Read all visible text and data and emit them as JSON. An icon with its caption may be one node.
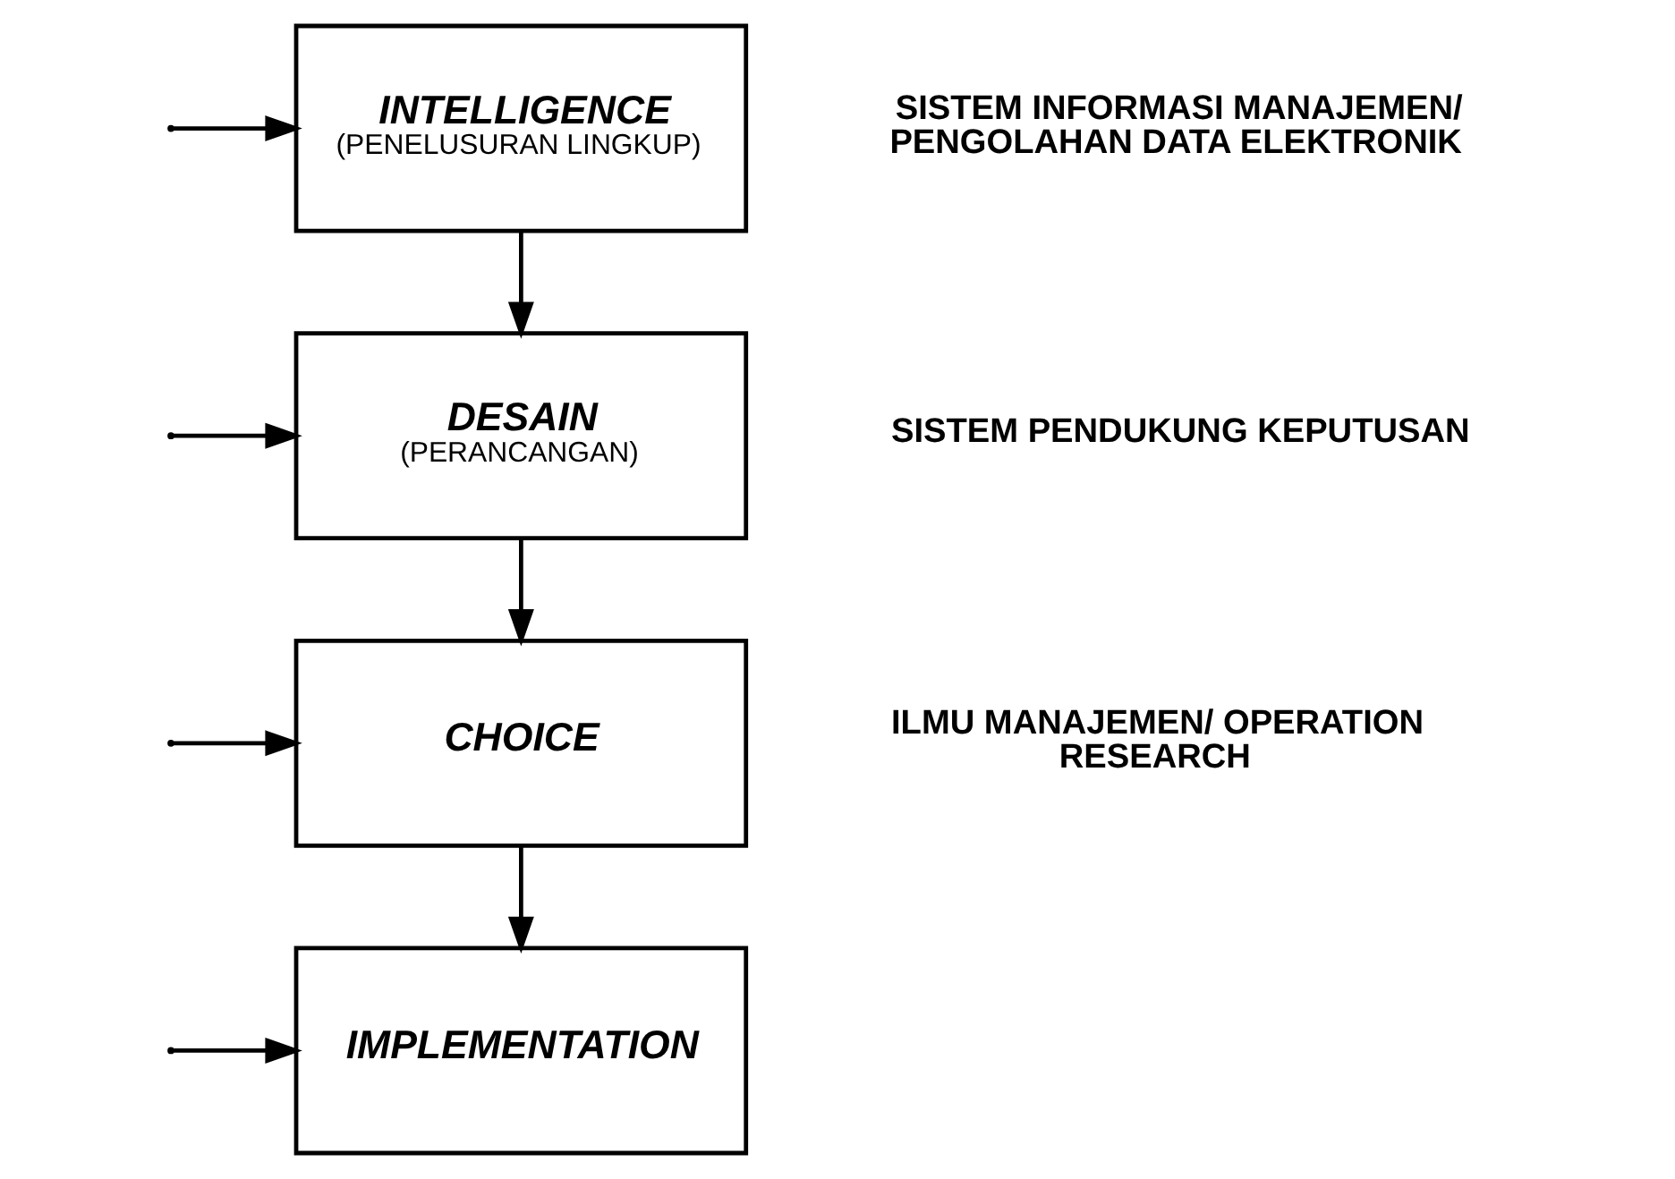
{
  "diagram": {
    "nodes": [
      {
        "text": [
          "INTELLIGENCE",
          "(PENELUSURAN LINGKUP)"
        ]
      },
      {
        "text": [
          "DESAIN",
          "(PERANCANGAN)"
        ]
      },
      {
        "text": [
          "CHOICE"
        ]
      },
      {
        "text": [
          "IMPLEMENTATION"
        ]
      }
    ],
    "edges": [
      {
        "from": 0,
        "to": 1,
        "arrow": "to"
      },
      {
        "from": 1,
        "to": 2,
        "arrow": "to"
      },
      {
        "from": 2,
        "to": 3,
        "arrow": "to"
      },
      {
        "from": null,
        "to": 0,
        "arrow": "to"
      },
      {
        "from": null,
        "to": 1,
        "arrow": "to"
      },
      {
        "from": null,
        "to": 2,
        "arrow": "to"
      },
      {
        "from": null,
        "to": 3,
        "arrow": "to"
      }
    ],
    "labels": [
      "SISTEM INFORMASI MANAJEMEN/ PENGOLAHAN DATA ELEKTRONIK",
      "ILMU MANAJEMEN/ OPERATION RESEARCH",
      "SISTEM PENDUKUNG KEPUTUSAN"
    ]
  }
}
